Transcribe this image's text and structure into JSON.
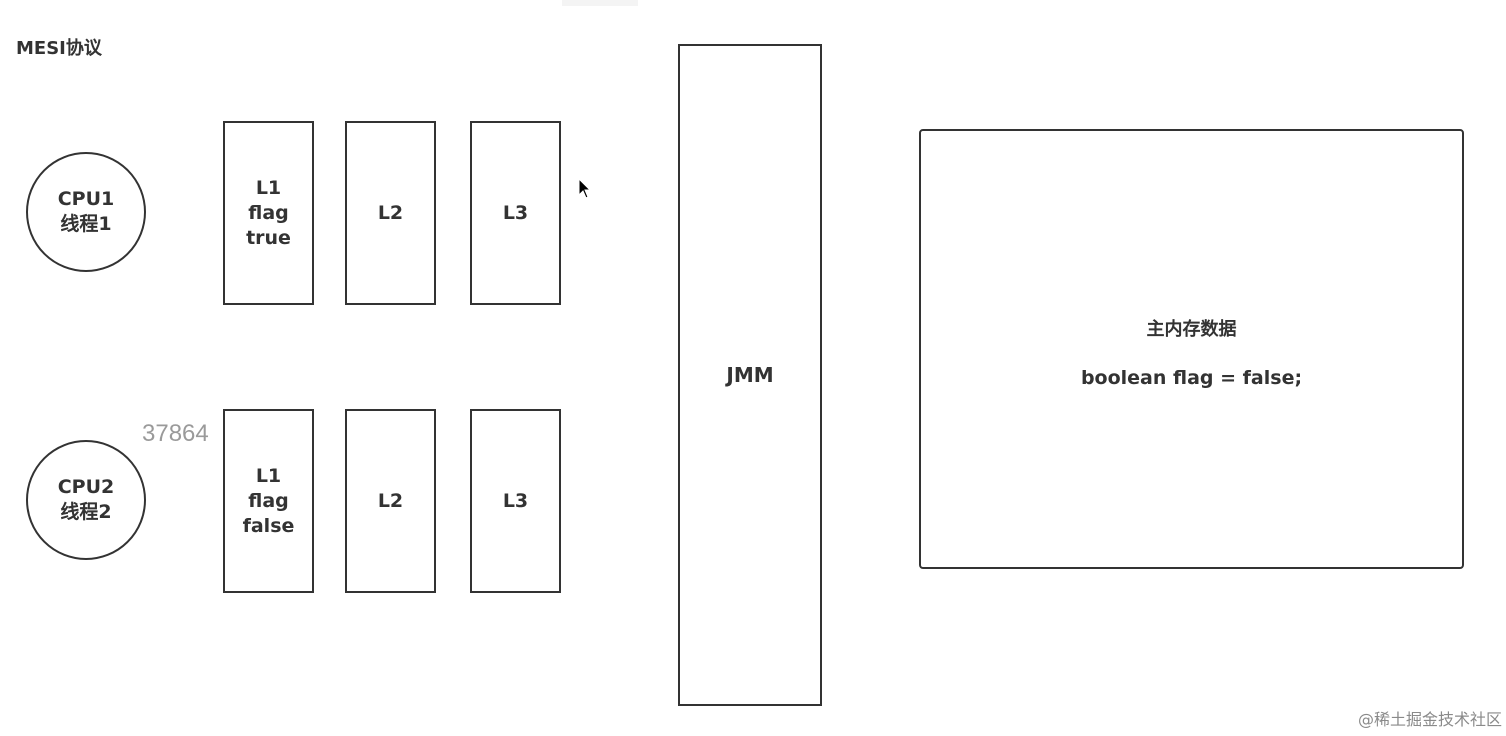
{
  "diagram": {
    "title": "MESI协议",
    "cpus": [
      {
        "name": "CPU1",
        "thread": "线程1"
      },
      {
        "name": "CPU2",
        "thread": "线程2"
      }
    ],
    "row1": {
      "l1": {
        "label": "L1",
        "var": "flag",
        "value": "true"
      },
      "l2": "L2",
      "l3": "L3"
    },
    "row2": {
      "l1": {
        "label": "L1",
        "var": "flag",
        "value": "false"
      },
      "l2": "L2",
      "l3": "L3"
    },
    "jmm": "JMM",
    "main_memory": {
      "title": "主内存数据",
      "code": "boolean flag = false;"
    },
    "overlay_number": "37864",
    "watermark": "@稀土掘金技术社区"
  }
}
